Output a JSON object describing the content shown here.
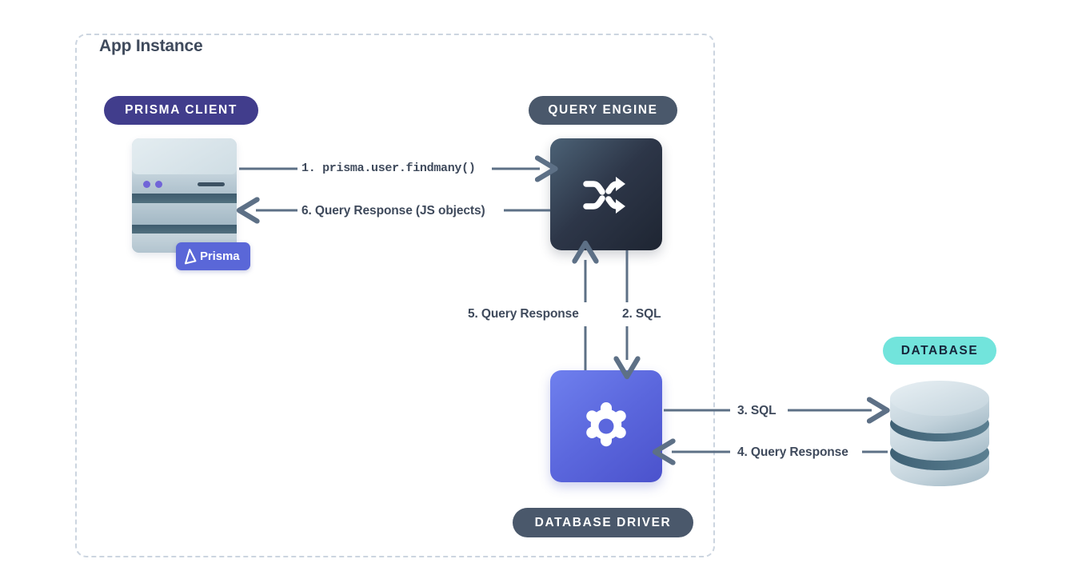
{
  "diagram": {
    "title": "App Instance",
    "container_label": "App Instance"
  },
  "badges": {
    "prisma_client": "PRISMA CLIENT",
    "query_engine": "QUERY ENGINE",
    "database_driver": "DATABASE DRIVER",
    "database": "DATABASE"
  },
  "nodes": {
    "prisma_client": {
      "name": "Prisma Client",
      "logo_label": "Prisma",
      "icon": "server-stack-icon"
    },
    "query_engine": {
      "name": "Query Engine",
      "icon": "shuffle-icon"
    },
    "database_driver": {
      "name": "Database Driver",
      "icon": "gear-icon"
    },
    "database": {
      "name": "Database",
      "icon": "database-cylinder-icon"
    }
  },
  "flows": [
    {
      "step": 1,
      "label": "1. prisma.user.findmany()",
      "mono": true,
      "direction": "right",
      "from": "prisma-client",
      "to": "query-engine"
    },
    {
      "step": 6,
      "label": "6. Query Response (JS objects)",
      "mono": false,
      "direction": "left",
      "from": "query-engine",
      "to": "prisma-client"
    },
    {
      "step": 5,
      "label": "5. Query Response",
      "mono": false,
      "direction": "up",
      "from": "database-driver",
      "to": "query-engine"
    },
    {
      "step": 2,
      "label": "2. SQL",
      "mono": false,
      "direction": "down",
      "from": "query-engine",
      "to": "database-driver"
    },
    {
      "step": 3,
      "label": "3. SQL",
      "mono": false,
      "direction": "right",
      "from": "database-driver",
      "to": "database"
    },
    {
      "step": 4,
      "label": "4. Query Response",
      "mono": false,
      "direction": "left",
      "from": "database",
      "to": "database-driver"
    }
  ],
  "colors": {
    "background": "#ffffff",
    "dashed_border": "#ccd5e0",
    "arrow": "#5d7086",
    "text_dark": "#3f4a5c",
    "badge_prisma_client": "#413d8c",
    "badge_slate": "#4a586b",
    "badge_database": "#72e4dc",
    "badge_database_text": "#16253a",
    "prisma_logo_badge": "#5a67d8",
    "query_engine_gradient_from": "#4c6276",
    "query_engine_gradient_to": "#1e2532",
    "database_driver_gradient_from": "#6f80ee",
    "database_driver_gradient_to": "#4b52cc",
    "cylinder_light": "#cfdce3",
    "cylinder_dark": "#476a7d",
    "server_dot": "#7165d8"
  }
}
